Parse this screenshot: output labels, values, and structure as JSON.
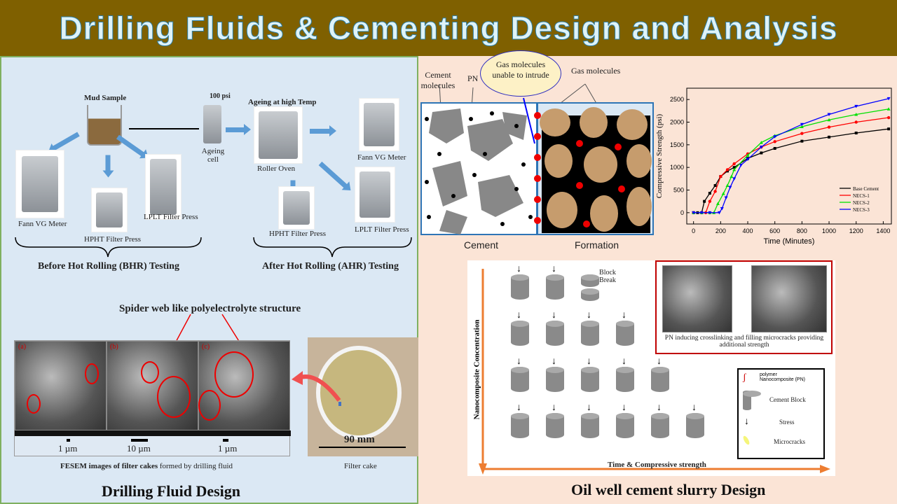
{
  "title": "Drilling Fluids & Cementing Design and Analysis",
  "left": {
    "mud_sample": "Mud Sample",
    "pressure": "100 psi",
    "ageing_cell": "Ageing cell",
    "ageing_high_temp": "Ageing at high Temp",
    "roller_oven": "Roller Oven",
    "bhr_devices": [
      "Fann VG Meter",
      "HPHT Filter Press",
      "LPLT Filter Press"
    ],
    "ahr_devices": [
      "Fann VG Meter",
      "HPHT Filter Press",
      "LPLT Filter Press"
    ],
    "bhr_label": "Before Hot Rolling (BHR) Testing",
    "ahr_label": "After Hot Rolling (AHR) Testing",
    "spider_web": "Spider web like polyelectrolyte structure",
    "sem_panels": [
      "(a)",
      "(b)",
      "(c)"
    ],
    "scales": [
      "1 µm",
      "10 µm",
      "1 µm"
    ],
    "fesem_caption_bold": "FESEM images of filter cakes",
    "fesem_caption_rest": " formed by drilling fluid",
    "cake_size": "90 mm",
    "filter_cake": "Filter cake",
    "footer": "Drilling Fluid Design"
  },
  "right": {
    "cement_molecules": "Cement molecules",
    "pn": "PN",
    "gas_unable": "Gas molecules unable to intrude",
    "gas_molecules": "Gas molecules",
    "cement": "Cement",
    "formation": "Formation",
    "block_break": "Block Break",
    "sem_caption": "PN inducing crosslinking and filling microcracks providing additional strength",
    "y_axis": "Nanocomposite Concentration",
    "x_axis": "Time & Compressive strength",
    "legend": {
      "pn_line1": "polymer",
      "pn_line2": "Nanocomposite (PN)",
      "block": "Cement Block",
      "stress": "Stress",
      "microcracks": "Microcracks"
    },
    "footer": "Oil well cement slurry Design"
  },
  "chart_data": {
    "type": "line",
    "xlabel": "Time (Minutes)",
    "ylabel": "Compressive Strength (psi)",
    "xlim": [
      -50,
      1460
    ],
    "ylim": [
      -250,
      2750
    ],
    "xticks": [
      0,
      200,
      400,
      600,
      800,
      1000,
      1200,
      1400
    ],
    "yticks": [
      0,
      500,
      1000,
      1500,
      2000,
      2500
    ],
    "legend_position": "bottom-right",
    "series": [
      {
        "name": "Base Cement",
        "color": "#000000",
        "marker": "square",
        "x": [
          0,
          30,
          60,
          80,
          120,
          160,
          200,
          250,
          300,
          400,
          500,
          600,
          800,
          1000,
          1200,
          1440
        ],
        "y": [
          0,
          0,
          0,
          250,
          430,
          600,
          800,
          920,
          1000,
          1200,
          1320,
          1420,
          1580,
          1670,
          1760,
          1850
        ]
      },
      {
        "name": "NECS-1",
        "color": "#ff0000",
        "marker": "circle",
        "x": [
          0,
          60,
          90,
          120,
          160,
          200,
          250,
          300,
          400,
          500,
          600,
          800,
          1000,
          1200,
          1440
        ],
        "y": [
          0,
          0,
          0,
          250,
          470,
          800,
          950,
          1080,
          1300,
          1450,
          1570,
          1750,
          1890,
          2000,
          2100
        ]
      },
      {
        "name": "NECS-2",
        "color": "#00e000",
        "marker": "triangle-up",
        "x": [
          0,
          60,
          120,
          150,
          180,
          220,
          250,
          280,
          300,
          400,
          500,
          600,
          800,
          1000,
          1200,
          1440
        ],
        "y": [
          0,
          0,
          0,
          0,
          200,
          420,
          600,
          800,
          950,
          1270,
          1550,
          1700,
          1900,
          2050,
          2170,
          2290
        ]
      },
      {
        "name": "NECS-3",
        "color": "#0000ff",
        "marker": "triangle-down",
        "x": [
          0,
          60,
          120,
          190,
          210,
          240,
          270,
          300,
          350,
          400,
          500,
          600,
          800,
          1000,
          1200,
          1440
        ],
        "y": [
          0,
          0,
          0,
          0,
          90,
          330,
          560,
          750,
          1050,
          1180,
          1450,
          1680,
          1950,
          2170,
          2350,
          2520
        ]
      }
    ]
  }
}
